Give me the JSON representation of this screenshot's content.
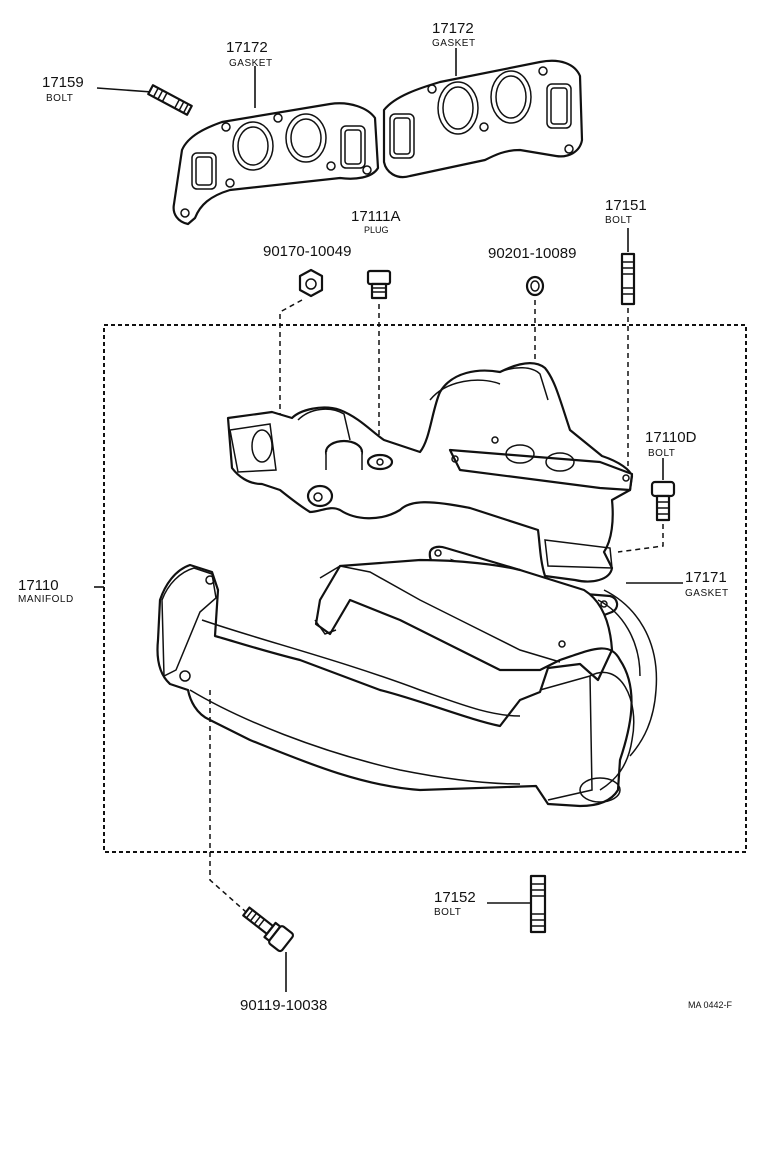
{
  "labels": {
    "bolt_17159": {
      "num": "17159",
      "sub": "BOLT"
    },
    "gasket_17172_left": {
      "num": "17172",
      "sub": "GASKET"
    },
    "gasket_17172_right": {
      "num": "17172",
      "sub": "GASKET"
    },
    "plug_17111A": {
      "num": "17111A",
      "sub": "PLUG"
    },
    "nut_90170": {
      "num": "90170-10049"
    },
    "washer_90201": {
      "num": "90201-10089"
    },
    "bolt_17151": {
      "num": "17151",
      "sub": "BOLT"
    },
    "bolt_17110D": {
      "num": "17110D",
      "sub": "BOLT"
    },
    "manifold_17110": {
      "num": "17110",
      "sub": "MANIFOLD"
    },
    "gasket_17171": {
      "num": "17171",
      "sub": "GASKET"
    },
    "bolt_17152": {
      "num": "17152",
      "sub": "BOLT"
    },
    "bolt_90119": {
      "num": "90119-10038"
    }
  },
  "drawing_code": "MA 0442-F"
}
